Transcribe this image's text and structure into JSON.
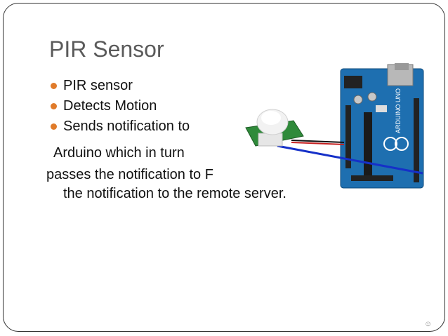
{
  "slide": {
    "title": "PIR Sensor",
    "bullets": [
      "PIR sensor",
      "Detects Motion",
      "Sends notification to"
    ],
    "line4": "Arduino which in turn",
    "line5": "passes the notification to F",
    "line6": "the notification to the remote server.",
    "footer_glyph": "☺",
    "board_text": "ARDUINO UNO"
  },
  "colors": {
    "title": "#5a5a5a",
    "bullet": "#e07b2a",
    "board": "#1e6fb0"
  },
  "icons": [
    "bullet-dot",
    "arduino-board-image",
    "pir-sensor-image",
    "footer-icon"
  ]
}
